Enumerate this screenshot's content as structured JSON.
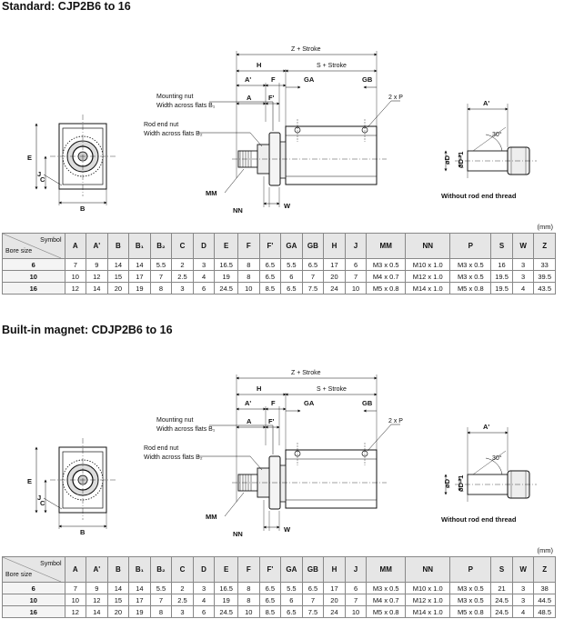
{
  "sections": [
    {
      "title": "Standard: CJP2B6 to 16",
      "drawing": {
        "dims_top": {
          "z": "Z + Stroke",
          "s": "S + Stroke",
          "h": "H",
          "a_prime": "A'",
          "f": "F",
          "ga": "GA",
          "gb": "GB",
          "two_p": "2 x P"
        },
        "dims_left": {
          "a": "A",
          "f_prime": "F'"
        },
        "callouts": {
          "mounting_nut": "Mounting nut",
          "mounting_nut_width": "Width across flats B₁",
          "rod_end_nut": "Rod end nut",
          "rod_end_nut_width": "Width across flats B₂"
        },
        "bottom": {
          "mm": "MM",
          "nn": "NN",
          "w": "W"
        },
        "end_view": {
          "e": "E",
          "j": "J",
          "c": "C",
          "b": "B"
        },
        "detail": {
          "a_prime": "A'",
          "angle": "30°",
          "od": "øD",
          "od1": "øD‒1",
          "caption": "Without rod end thread"
        }
      },
      "unit": "(mm)",
      "table": {
        "symbol_label": "Symbol",
        "bore_label": "Bore size",
        "headers": [
          "A",
          "A'",
          "B",
          "B₁",
          "B₂",
          "C",
          "D",
          "E",
          "F",
          "F'",
          "GA",
          "GB",
          "H",
          "J",
          "MM",
          "NN",
          "P",
          "S",
          "W",
          "Z"
        ],
        "rows": [
          {
            "bore": "6",
            "cells": [
              "7",
              "9",
              "14",
              "14",
              "5.5",
              "2",
              "3",
              "16.5",
              "8",
              "6.5",
              "5.5",
              "6.5",
              "17",
              "6",
              "M3 x 0.5",
              "M10 x 1.0",
              "M3 x 0.5",
              "16",
              "3",
              "33"
            ]
          },
          {
            "bore": "10",
            "cells": [
              "10",
              "12",
              "15",
              "17",
              "7",
              "2.5",
              "4",
              "19",
              "8",
              "6.5",
              "6",
              "7",
              "20",
              "7",
              "M4 x 0.7",
              "M12 x 1.0",
              "M3 x 0.5",
              "19.5",
              "3",
              "39.5"
            ]
          },
          {
            "bore": "16",
            "cells": [
              "12",
              "14",
              "20",
              "19",
              "8",
              "3",
              "6",
              "24.5",
              "10",
              "8.5",
              "6.5",
              "7.5",
              "24",
              "10",
              "M5 x 0.8",
              "M14 x 1.0",
              "M5 x 0.8",
              "19.5",
              "4",
              "43.5"
            ]
          }
        ]
      }
    },
    {
      "title": "Built-in magnet: CDJP2B6 to 16",
      "drawing": {
        "dims_top": {
          "z": "Z + Stroke",
          "s": "S + Stroke",
          "h": "H",
          "a_prime": "A'",
          "f": "F",
          "ga": "GA",
          "gb": "GB",
          "two_p": "2 x P"
        },
        "dims_left": {
          "a": "A",
          "f_prime": "F'"
        },
        "callouts": {
          "mounting_nut": "Mounting nut",
          "mounting_nut_width": "Width across flats B₁",
          "rod_end_nut": "Rod end nut",
          "rod_end_nut_width": "Width across flats B₂"
        },
        "bottom": {
          "mm": "MM",
          "nn": "NN",
          "w": "W"
        },
        "end_view": {
          "e": "E",
          "j": "J",
          "c": "C",
          "b": "B"
        },
        "detail": {
          "a_prime": "A'",
          "angle": "30°",
          "od": "øD",
          "od1": "øD‒1",
          "caption": "Without rod end thread"
        }
      },
      "unit": "(mm)",
      "table": {
        "symbol_label": "Symbol",
        "bore_label": "Bore size",
        "headers": [
          "A",
          "A'",
          "B",
          "B₁",
          "B₂",
          "C",
          "D",
          "E",
          "F",
          "F'",
          "GA",
          "GB",
          "H",
          "J",
          "MM",
          "NN",
          "P",
          "S",
          "W",
          "Z"
        ],
        "rows": [
          {
            "bore": "6",
            "cells": [
              "7",
              "9",
              "14",
              "14",
              "5.5",
              "2",
              "3",
              "16.5",
              "8",
              "6.5",
              "5.5",
              "6.5",
              "17",
              "6",
              "M3 x 0.5",
              "M10 x 1.0",
              "M3 x 0.5",
              "21",
              "3",
              "38"
            ]
          },
          {
            "bore": "10",
            "cells": [
              "10",
              "12",
              "15",
              "17",
              "7",
              "2.5",
              "4",
              "19",
              "8",
              "6.5",
              "6",
              "7",
              "20",
              "7",
              "M4 x 0.7",
              "M12 x 1.0",
              "M3 x 0.5",
              "24.5",
              "3",
              "44.5"
            ]
          },
          {
            "bore": "16",
            "cells": [
              "12",
              "14",
              "20",
              "19",
              "8",
              "3",
              "6",
              "24.5",
              "10",
              "8.5",
              "6.5",
              "7.5",
              "24",
              "10",
              "M5 x 0.8",
              "M14 x 1.0",
              "M5 x 0.8",
              "24.5",
              "4",
              "48.5"
            ]
          }
        ]
      }
    }
  ]
}
